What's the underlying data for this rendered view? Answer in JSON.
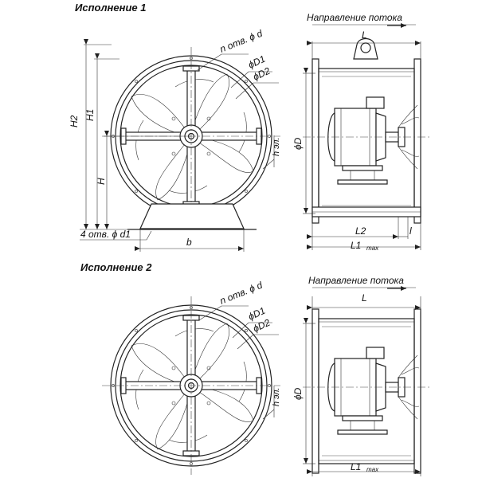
{
  "variant1": {
    "title": "Исполнение 1",
    "flow_direction": "Направление потока",
    "labels": {
      "n_holes_d": "n отв. ϕ d",
      "D1": "ϕD1",
      "D2": "ϕD2",
      "h_el": "h эл.",
      "H2": "H2",
      "H1": "H1",
      "H": "H",
      "feet_holes": "4 отв. ϕ d1",
      "b": "b",
      "D": "ϕD",
      "L": "L",
      "L2": "L2",
      "L1": "L1",
      "L1_sub": "max",
      "l": "l"
    }
  },
  "variant2": {
    "title": "Исполнение 2",
    "flow_direction": "Направление потока",
    "labels": {
      "n_holes_d": "n отв. ϕ d",
      "D1": "ϕD1",
      "D2": "ϕD2",
      "h_el": "h эл.",
      "D": "ϕD",
      "L": "L",
      "L1": "L1",
      "L1_sub": "max"
    }
  }
}
